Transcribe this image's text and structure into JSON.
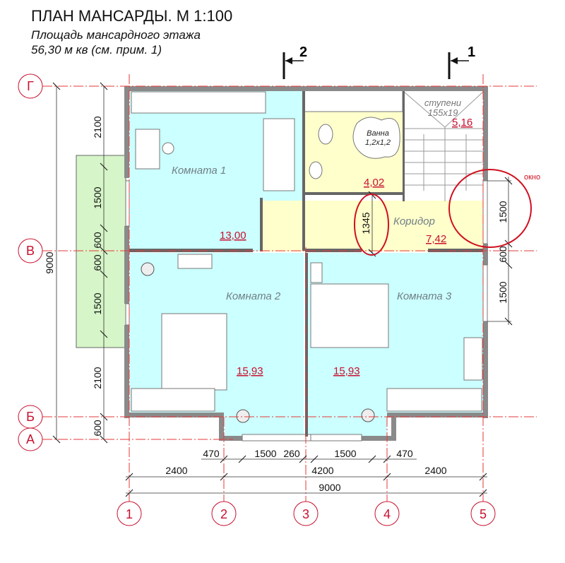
{
  "title": "ПЛАН МАНСАРДЫ.  М 1:100",
  "subtitle_line1": "Площадь мансардного этажа",
  "subtitle_line2": "56,30 м кв (см. прим. 1)",
  "section_marks": [
    "2",
    "1"
  ],
  "axes_rows": [
    "Г",
    "В",
    "Б",
    "А"
  ],
  "axes_cols": [
    "1",
    "2",
    "3",
    "4",
    "5"
  ],
  "rooms": [
    {
      "name": "Комната 1",
      "area": "13,00"
    },
    {
      "name": "Комната 2",
      "area": "15,93"
    },
    {
      "name": "Комната 3",
      "area": "15,93"
    },
    {
      "name": "Коридор",
      "area": "7,42"
    },
    {
      "name": "",
      "area": "4,02"
    },
    {
      "name": "",
      "area": "5,16"
    }
  ],
  "bath_label": [
    "Ванна",
    "1,2х1,2"
  ],
  "stairs_label": [
    "ступени",
    "155х19"
  ],
  "annotation": "окно",
  "dims_left": [
    "2100",
    "1500",
    "600",
    "600",
    "1500",
    "2100",
    "600"
  ],
  "dim_total_left": "9000",
  "dims_right": [
    "1500",
    "600",
    "1500"
  ],
  "dim_corridor": "1345",
  "dims_bottom_row1": [
    "470",
    "1500",
    "260",
    "1500",
    "470"
  ],
  "dims_bottom_row2": [
    "2400",
    "4200",
    "2400"
  ],
  "dim_total_bottom": "9000",
  "colors": {
    "room": "#ccffff",
    "corridor": "#ffffcc",
    "balcony": "#d6f5c8",
    "axis": "#c8102e",
    "wall": "#8a8a8a"
  }
}
